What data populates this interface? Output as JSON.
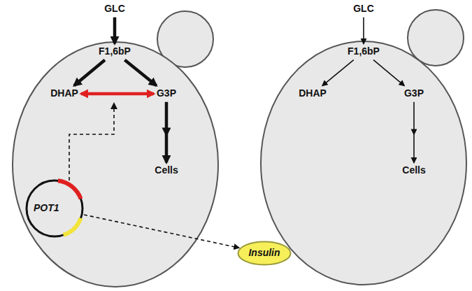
{
  "diagram": {
    "nodes": [
      {
        "text": [
          "GLC"
        ]
      },
      {
        "text": [
          "F1,6bP"
        ]
      },
      {
        "text": [
          "DHAP"
        ]
      },
      {
        "text": [
          "G3P"
        ]
      },
      {
        "text": [
          "Cells"
        ]
      },
      {
        "text": [
          "POT1"
        ]
      },
      {
        "text": [
          "Insulin"
        ]
      },
      {
        "text": [
          "GLC"
        ]
      },
      {
        "text": [
          "F1,6bP"
        ]
      },
      {
        "text": [
          "DHAP"
        ]
      },
      {
        "text": [
          "G3P"
        ]
      },
      {
        "text": [
          "Cells"
        ]
      }
    ],
    "edges": [
      {
        "from": 0,
        "to": 1,
        "arrow": "to"
      },
      {
        "from": 1,
        "to": 2,
        "arrow": "to"
      },
      {
        "from": 1,
        "to": 3,
        "arrow": "to"
      },
      {
        "from": 2,
        "to": 3,
        "arrow": "both"
      },
      {
        "from": 3,
        "to": 4,
        "arrow": "to"
      },
      {
        "from": 5,
        "to": 6,
        "arrow": "to"
      },
      {
        "from": 7,
        "to": 8,
        "arrow": "to"
      },
      {
        "from": 8,
        "to": 9,
        "arrow": "to"
      },
      {
        "from": 8,
        "to": 10,
        "arrow": "to"
      },
      {
        "from": 10,
        "to": 11,
        "arrow": "to"
      }
    ]
  }
}
